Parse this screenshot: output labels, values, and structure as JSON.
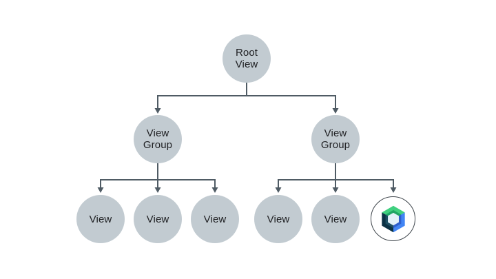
{
  "page": {
    "background": "#ffffff",
    "description": "View hierarchy tree diagram"
  },
  "palette": {
    "node_fill": "#c2cbd1",
    "node_text": "#202124",
    "line_color": "#4f5b64",
    "compose_ring": "#3f464c",
    "compose_logo": {
      "green": "#3fd07f",
      "green_dark": "#1fa566",
      "navy": "#0b3144",
      "navy_light": "#1d4f63",
      "blue": "#4285f4",
      "blue_dark": "#2e5fcc",
      "center": "#e2f1fa"
    }
  },
  "nodes": {
    "root": {
      "lines": [
        "Root",
        "View"
      ]
    },
    "viewgroup_left": {
      "lines": [
        "View",
        "Group"
      ]
    },
    "viewgroup_right": {
      "lines": [
        "View",
        "Group"
      ]
    },
    "view_1": {
      "label": "View"
    },
    "view_2": {
      "label": "View"
    },
    "view_3": {
      "label": "View"
    },
    "view_4": {
      "label": "View"
    },
    "view_5": {
      "label": "View"
    },
    "compose": {
      "icon": "jetpack-compose-logo"
    }
  }
}
